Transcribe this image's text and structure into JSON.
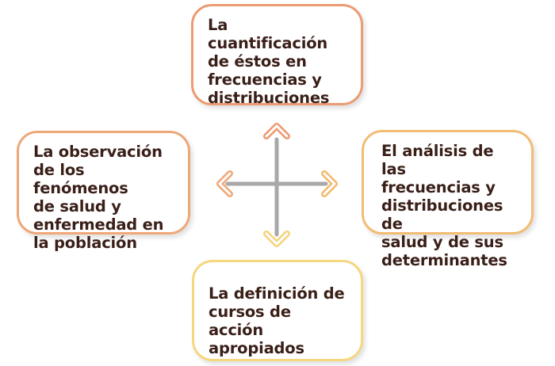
{
  "boxes": {
    "top": {
      "text": "La cuantificación\nde éstos en\nfrecuencias y\ndistribuciones"
    },
    "left": {
      "text": "La observación\nde los fenómenos\nde salud y\nenfermedad en\nla población"
    },
    "right": {
      "text": "El análisis de las\nfrecuencias y\ndistribuciones de\nsalud y de sus\ndeterminantes"
    },
    "bottom": {
      "text": "La definición de\ncursos de acción\napropiados"
    }
  },
  "colors": {
    "top_border": "#ec9b72",
    "left_border": "#efa777",
    "right_border": "#f2bc73",
    "bottom_border": "#f6d77e",
    "cross_line": "#a8a8a8",
    "arrow_up": "#ee9a72",
    "arrow_left": "#f0a878",
    "arrow_right": "#f3b96f",
    "arrow_down": "#f6d47c"
  }
}
